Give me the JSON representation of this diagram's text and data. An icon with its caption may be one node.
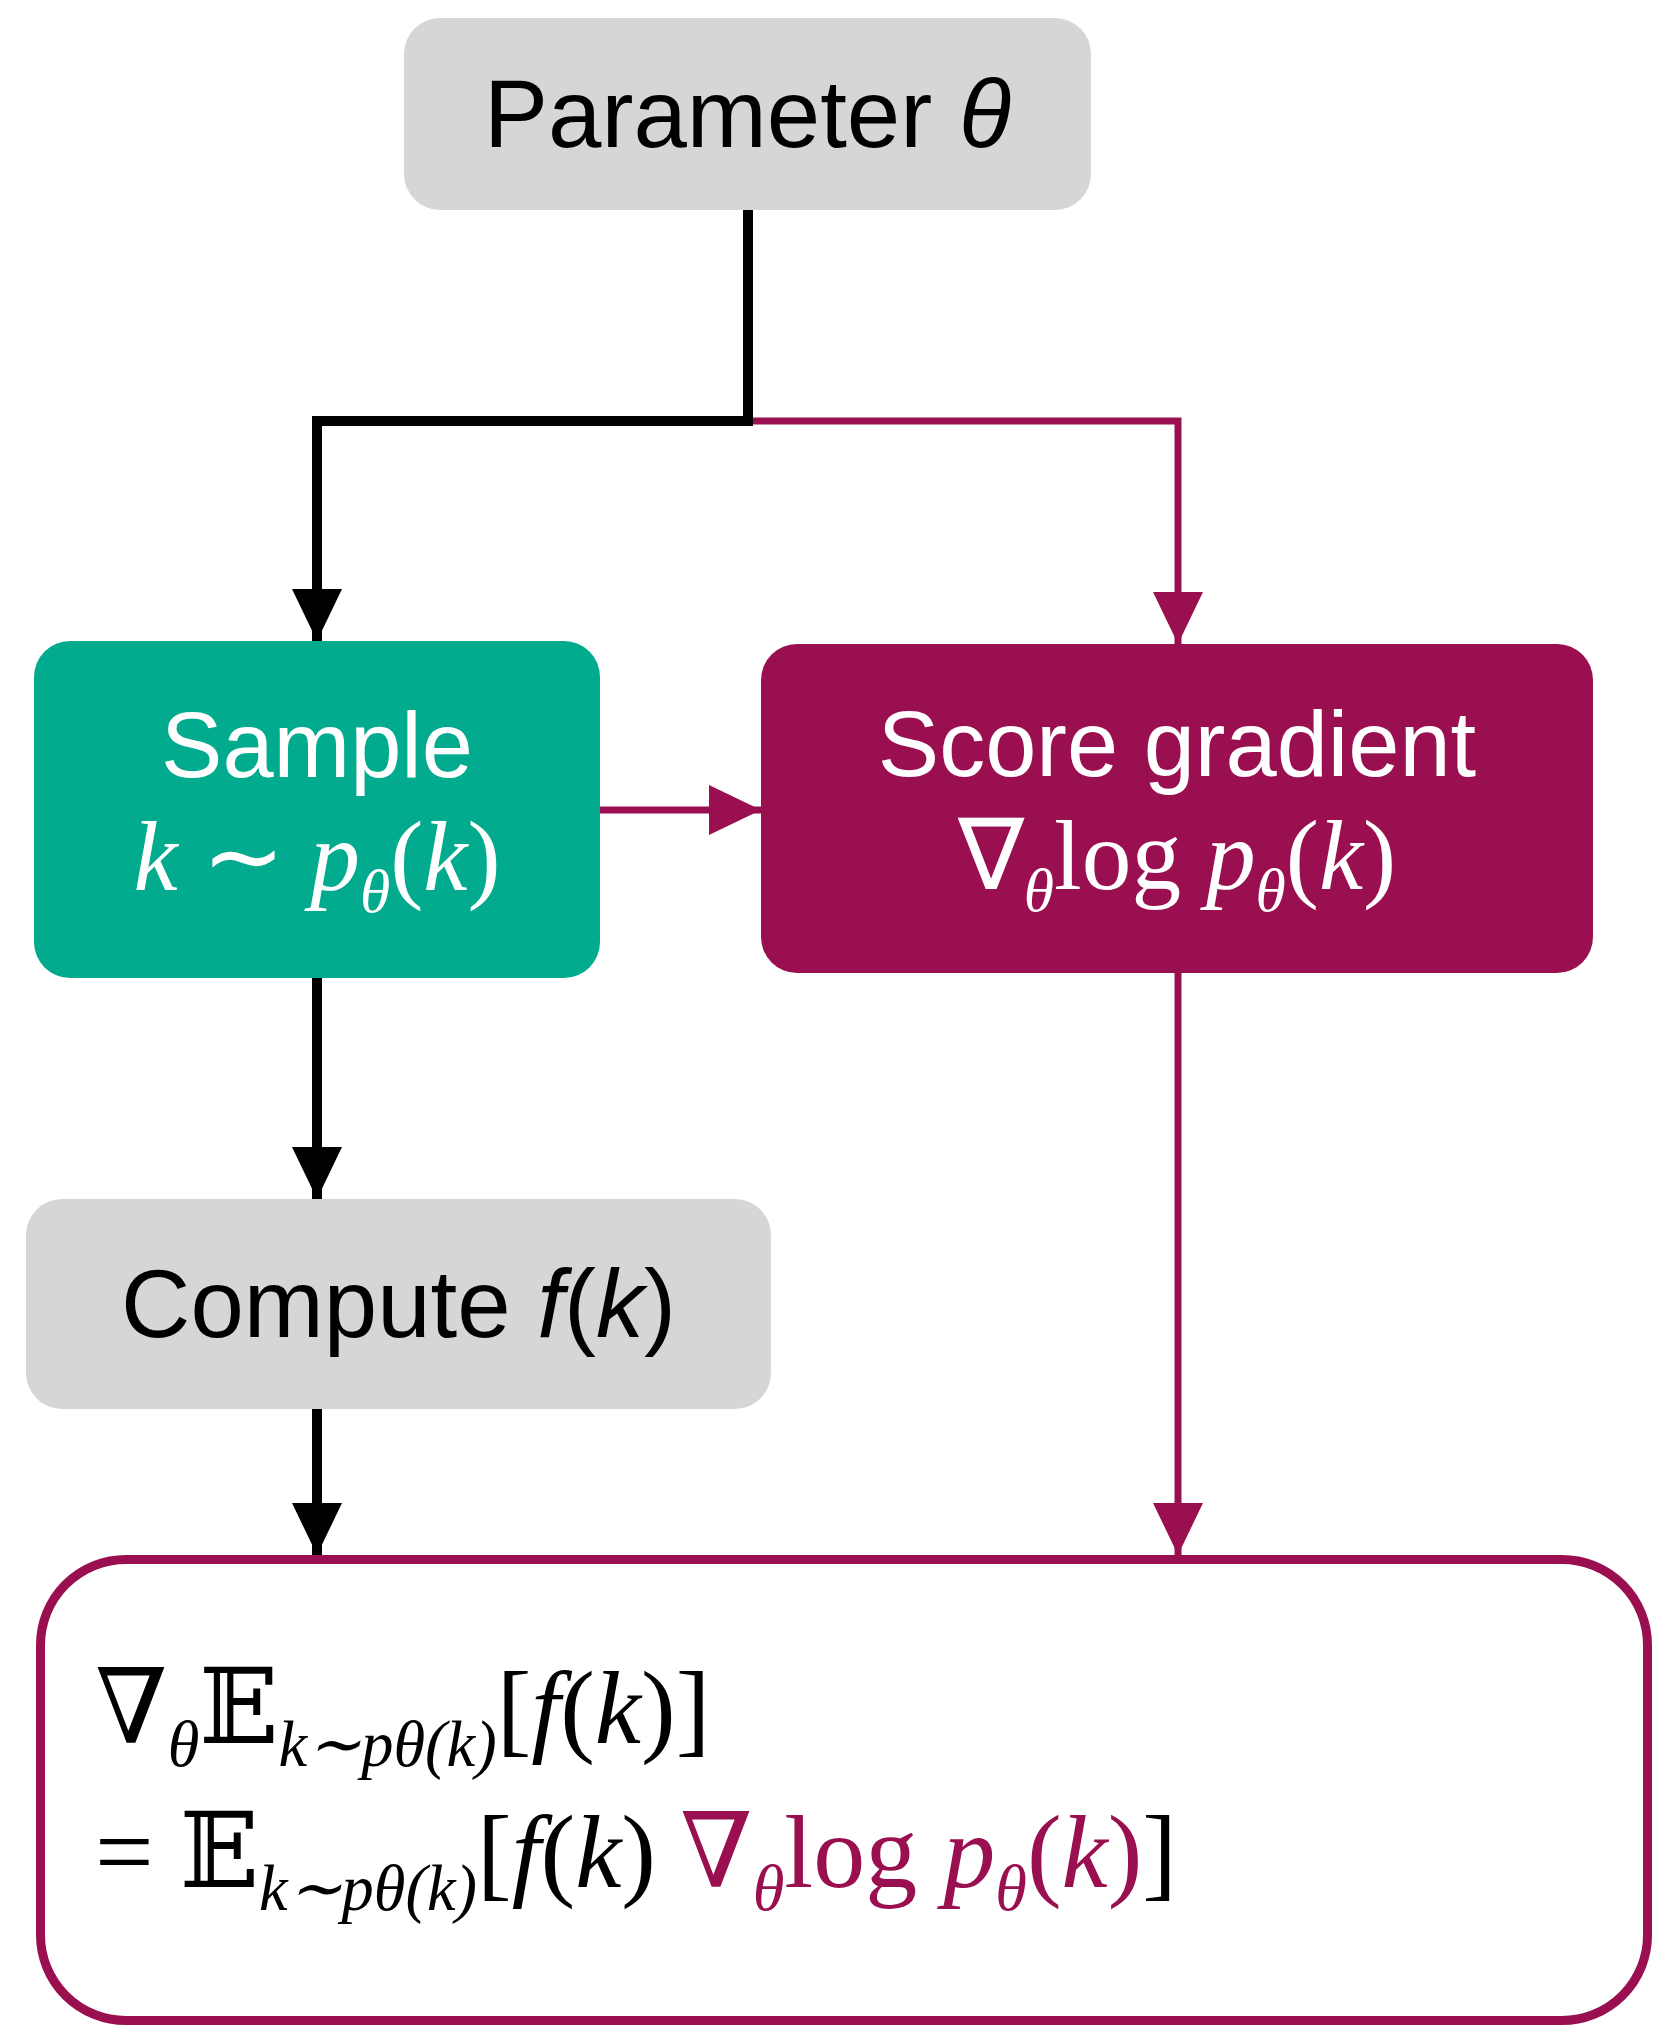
{
  "diagram": {
    "nodes": [
      {
        "text": [
          "Parameter *θ*"
        ]
      },
      {
        "text": [
          "Sample",
          "*k* ∼ *p*$_{θ}$(*k*)"
        ]
      },
      {
        "text": [
          "Score gradient",
          "∇$_{θ}$log *p*$_{θ}$(*k*)"
        ]
      },
      {
        "text": [
          "Compute *f*(*k*)"
        ]
      },
      {
        "text": [
          "∇$_{θ}$𝔼$_{k∼pθ(k)}$[*f*(*k*)]",
          "= 𝔼$_{k∼pθ(k)}$[*f*(*k*)",
          "∇$_{θ}$log *p*$_{θ}$(*k*)",
          "]"
        ]
      }
    ],
    "edges": [
      {
        "from": 0,
        "to": 1,
        "arrow": "to"
      },
      {
        "from": 0,
        "to": 2,
        "arrow": "to",
        "color": "#990f50"
      },
      {
        "from": 1,
        "to": 2,
        "arrow": "to",
        "color": "#990f50"
      },
      {
        "from": 1,
        "to": 3,
        "arrow": "to"
      },
      {
        "from": 3,
        "to": 4,
        "arrow": "to"
      },
      {
        "from": 2,
        "to": 4,
        "arrow": "to",
        "color": "#990f50"
      }
    ]
  }
}
